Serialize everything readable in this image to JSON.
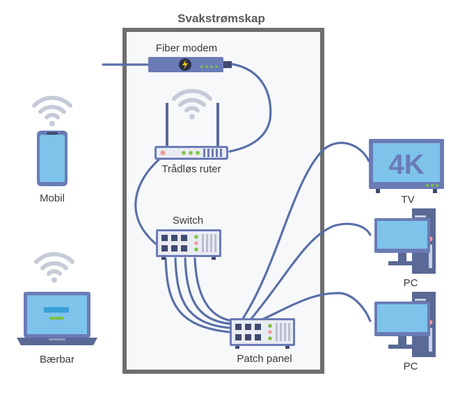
{
  "cabinet": {
    "title": "Svakstrømskap"
  },
  "devices": {
    "fiber_modem": "Fiber modem",
    "router": "Trådløs ruter",
    "switch": "Switch",
    "patch_panel": "Patch panel",
    "tv": "TV",
    "pc_top": "PC",
    "pc_bottom": "PC",
    "mobile": "Mobil",
    "laptop": "Bærbar"
  },
  "tv_screen_text": "4K",
  "colors": {
    "cable": "#5a6fa8",
    "device_body": "#6b7bb6",
    "screen": "#7ec3ea",
    "cabinet_border": "#6e6e6e",
    "cabinet_fill": "#f7f8fa",
    "led_green": "#7dc242",
    "led_pink": "#f29aa0"
  },
  "icons": [
    "wifi-icon",
    "lightning-icon",
    "router-icon",
    "switch-icon",
    "tv-icon",
    "pc-icon",
    "phone-icon",
    "laptop-icon"
  ]
}
